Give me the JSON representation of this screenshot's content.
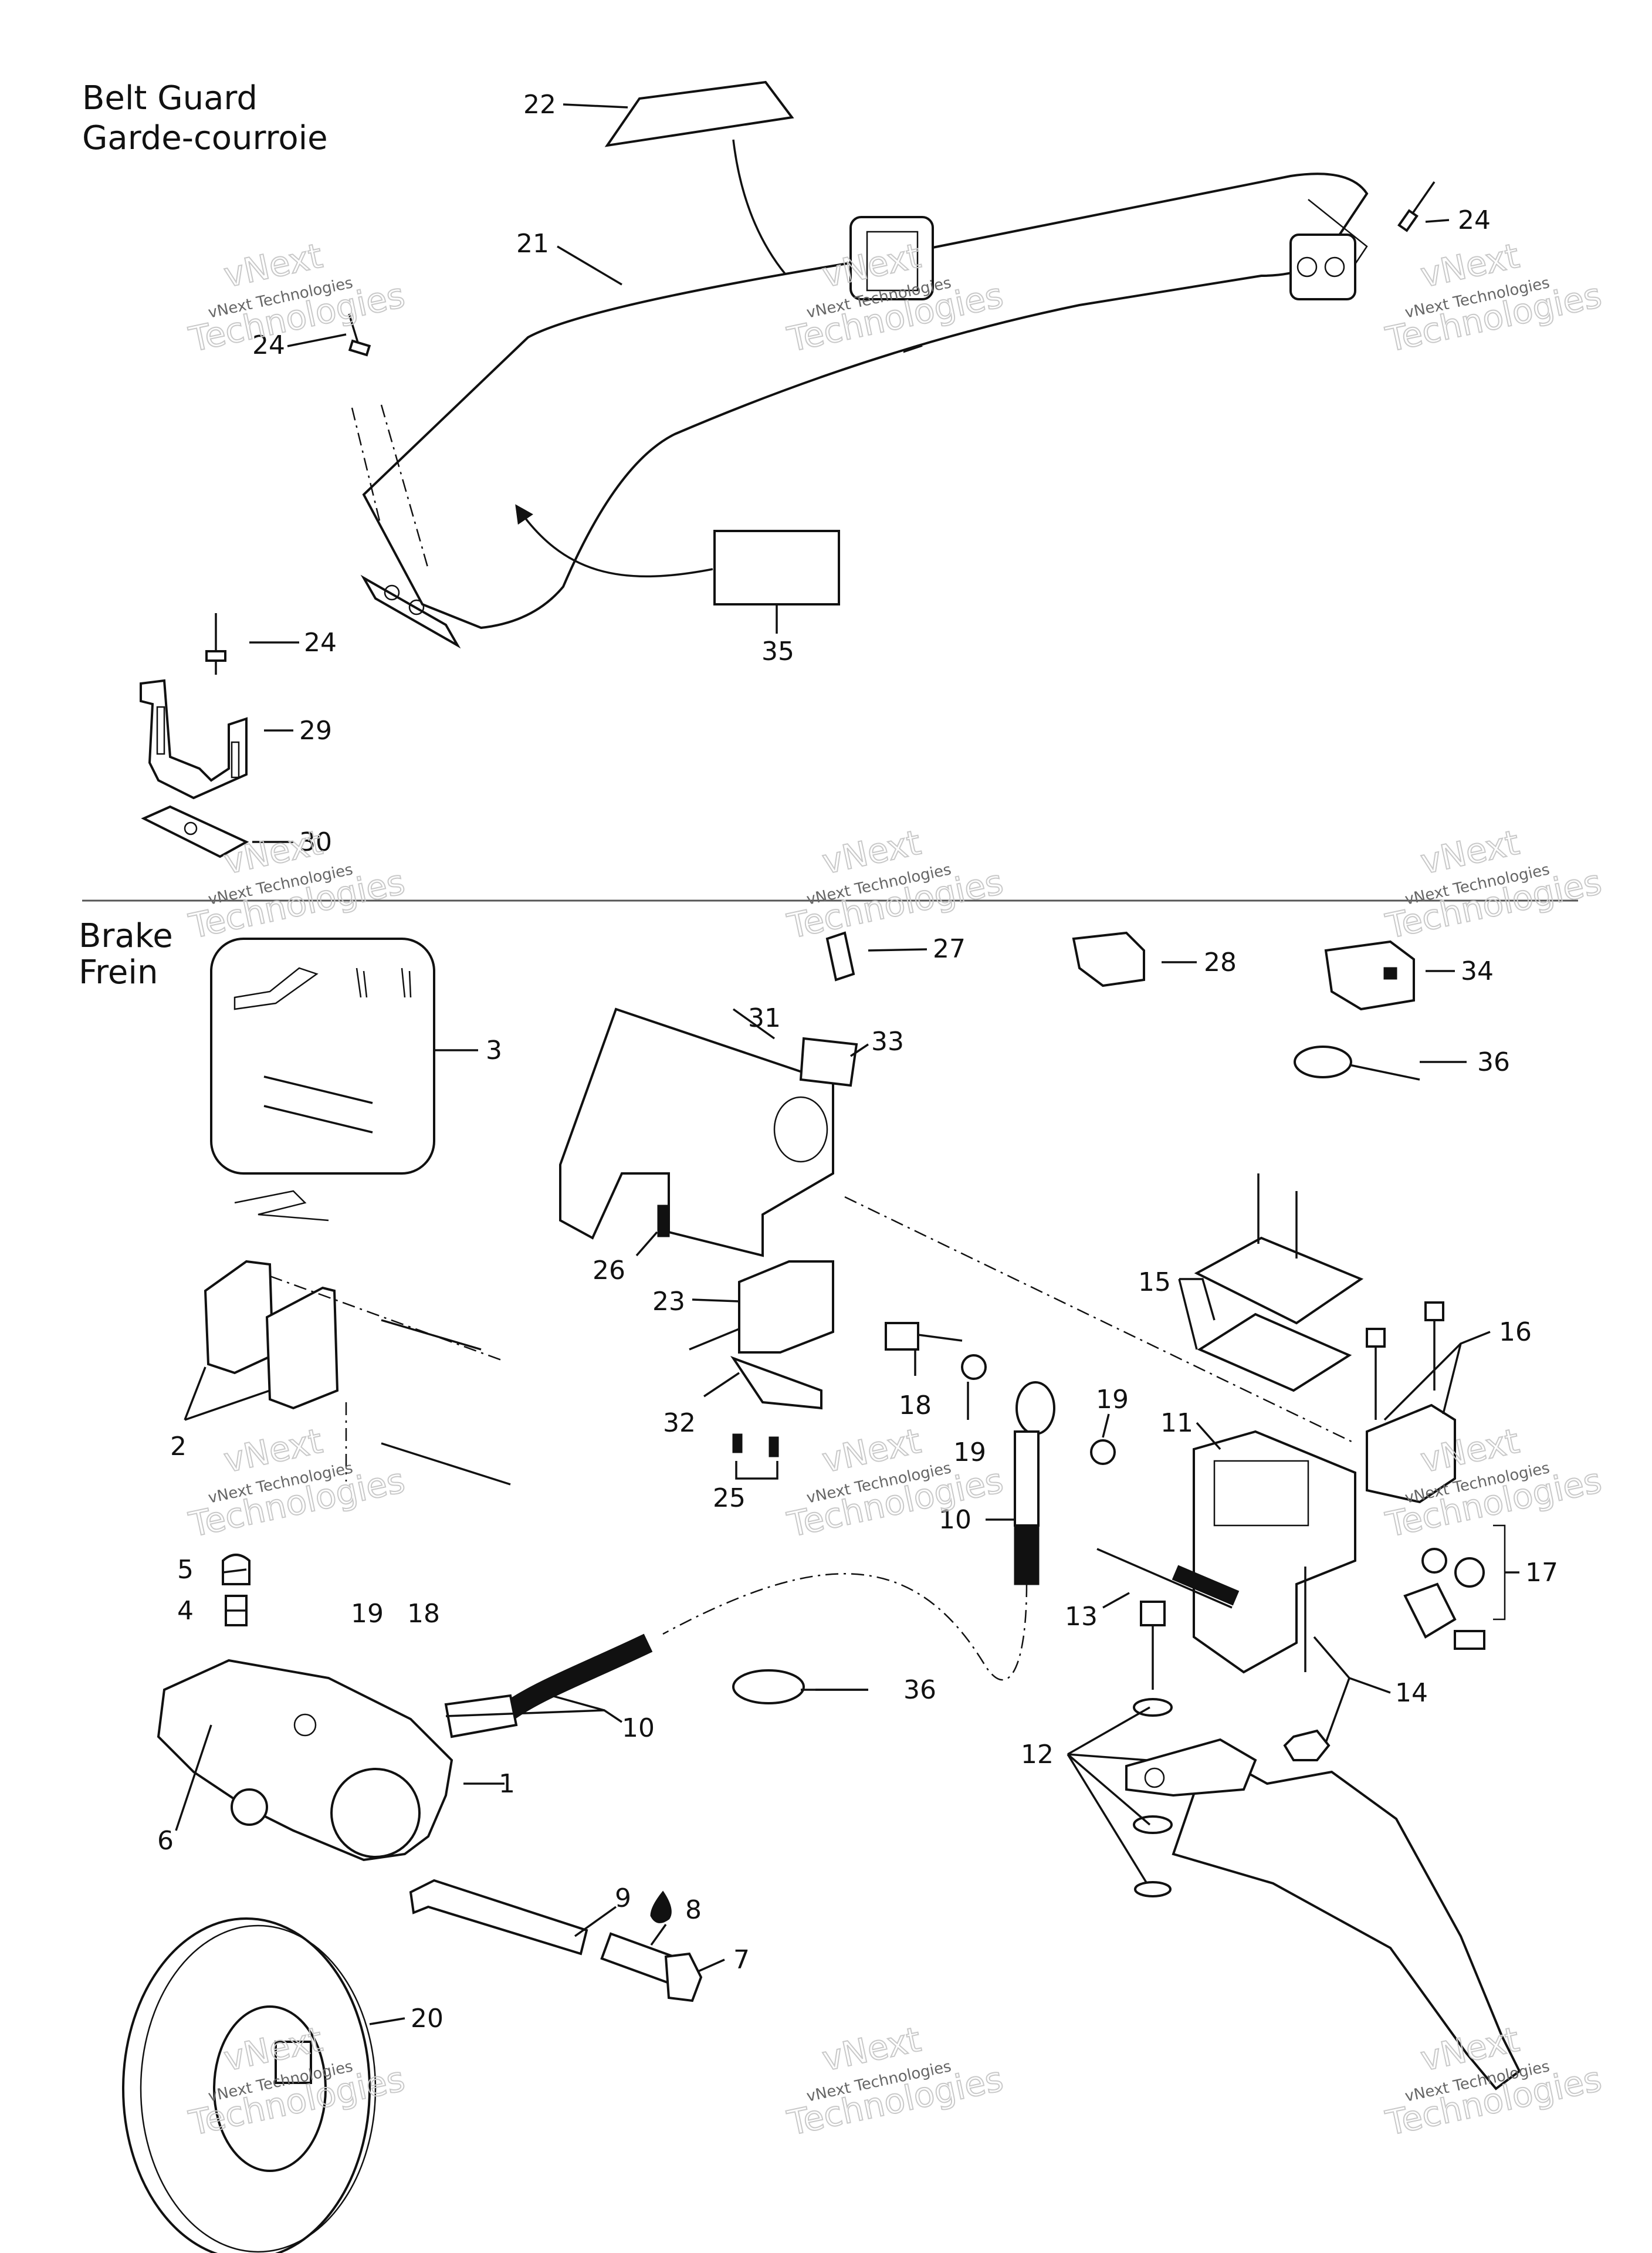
{
  "sections": {
    "belt_guard": {
      "title_en": "Belt Guard",
      "title_fr": "Garde-courroie"
    },
    "brake": {
      "title_en": "Brake",
      "title_fr": "Frein"
    }
  },
  "watermark": {
    "line1": "vNext Technologies",
    "line2": "Technologies",
    "line3": "vNext"
  },
  "callouts": {
    "c22": "22",
    "c21": "21",
    "c24a": "24",
    "c24b": "24",
    "c24c": "24",
    "c35": "35",
    "c29": "29",
    "c30": "30",
    "c27": "27",
    "c28": "28",
    "c34": "34",
    "c36a": "36",
    "c3": "3",
    "c31": "31",
    "c33": "33",
    "c26": "26",
    "c23": "23",
    "c32": "32",
    "c25": "25",
    "c15": "15",
    "c16": "16",
    "c2": "2",
    "c18a": "18",
    "c19a": "19",
    "c19b": "19",
    "c11": "11",
    "c10a": "10",
    "c5": "5",
    "c4": "4",
    "c19c": "19",
    "c18b": "18",
    "c17": "17",
    "c13": "13",
    "c14": "14",
    "c36b": "36",
    "c10b": "10",
    "c12": "12",
    "c1": "1",
    "c6": "6",
    "c9": "9",
    "c8": "8",
    "c7": "7",
    "c20": "20"
  },
  "colors": {
    "ink": "#111111",
    "background": "#ffffff",
    "watermark": "#c9c9c9"
  }
}
